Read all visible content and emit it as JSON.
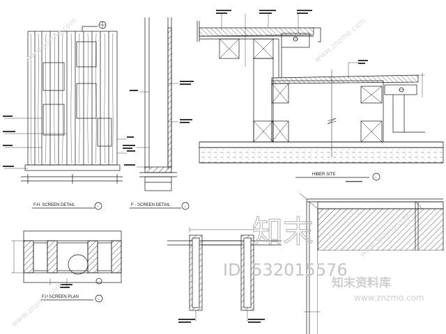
{
  "drawing": {
    "view_elevation_label": "F.H. SCREEN DETAIL",
    "view_elevation_no": "1",
    "view_section_label": "F - SCREEN DETAIL",
    "view_section_no": "1",
    "view_plan_label": "F.H SCREEN PLAN",
    "view_plan_no": "1",
    "view_counter_label": "HIBER SITE",
    "view_counter_no": "1"
  },
  "watermark": {
    "brand_cn": "知末",
    "id_text": "ID: 532015576",
    "site_cn": "知末资料库",
    "url": "www.znzmo.com",
    "diag_text": "www.znzmo.com"
  },
  "colors": {
    "line": "#111111",
    "watermark": "#c4c4c4",
    "background": "#ffffff"
  }
}
